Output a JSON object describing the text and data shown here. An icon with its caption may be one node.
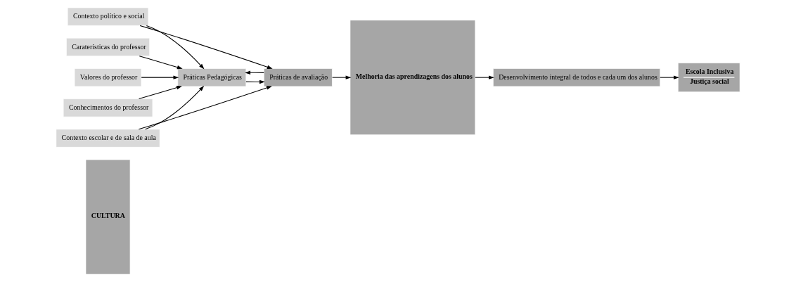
{
  "diagram": {
    "nodes": [
      {
        "text": [
          "CULTURA"
        ]
      },
      {
        "text": [
          "Caraterísticas do professor"
        ]
      },
      {
        "text": [
          "Valores do professor"
        ]
      },
      {
        "text": [
          "Conhecimentos do professor"
        ]
      },
      {
        "text": [
          "Contexto político e social"
        ]
      },
      {
        "text": [
          "Práticas Pedagógicas"
        ]
      },
      {
        "text": [
          "Práticas de avaliação"
        ]
      },
      {
        "text": [
          "Contexto escolar e de sala de aula"
        ]
      },
      {
        "text": [
          "Melhoria das aprendizagens dos alunos"
        ]
      },
      {
        "text": [
          "Desenvolvimento integral de todos e cada um dos alunos"
        ]
      },
      {
        "text": [
          "Escola Inclusiva",
          "Justiça social"
        ]
      }
    ],
    "edges": [
      {
        "from": 1,
        "to": 5,
        "arrow": "to"
      },
      {
        "from": 2,
        "to": 5,
        "arrow": "to"
      },
      {
        "from": 3,
        "to": 5,
        "arrow": "to"
      },
      {
        "from": 4,
        "to": 5,
        "arrow": "to"
      },
      {
        "from": 4,
        "to": 6,
        "arrow": "to"
      },
      {
        "from": 6,
        "to": 5,
        "arrow": "to"
      },
      {
        "from": 5,
        "to": 6,
        "arrow": "to"
      },
      {
        "from": 7,
        "to": 5,
        "arrow": "to"
      },
      {
        "from": 7,
        "to": 6,
        "arrow": "to"
      },
      {
        "from": 6,
        "to": 8,
        "arrow": "to"
      },
      {
        "from": 8,
        "to": 9,
        "arrow": "to"
      },
      {
        "from": 9,
        "to": 10,
        "arrow": "to"
      }
    ]
  }
}
